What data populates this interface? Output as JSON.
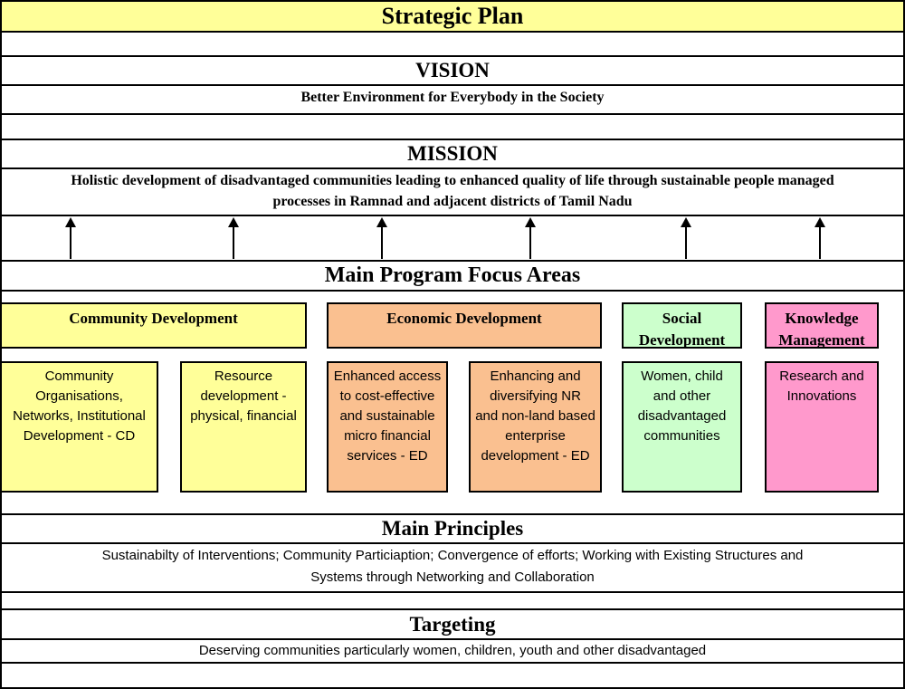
{
  "title": "Strategic Plan",
  "vision": {
    "heading": "VISION",
    "text": "Better Environment for Everybody in the Society"
  },
  "mission": {
    "heading": "MISSION",
    "text_line1": "Holistic development of disadvantaged communities leading to enhanced quality of life through sustainable people managed",
    "text_line2": "processes in Ramnad and adjacent districts of Tamil Nadu"
  },
  "focus_areas": {
    "heading": "Main Program Focus Areas",
    "categories": [
      {
        "label_line1": "Community Development",
        "label_line2": "",
        "color": "#ffff99"
      },
      {
        "label_line1": "Economic Development",
        "label_line2": "",
        "color": "#fac090"
      },
      {
        "label_line1": "Social",
        "label_line2": "Development",
        "color": "#ccffcc"
      },
      {
        "label_line1": "Knowledge",
        "label_line2": "Management",
        "color": "#ff99cc"
      }
    ],
    "boxes": [
      {
        "lines": [
          "Community",
          "Organisations,",
          "Networks, Institutional",
          "Development - CD"
        ],
        "color": "#ffff99"
      },
      {
        "lines": [
          "Resource",
          "development -",
          "physical, financial"
        ],
        "color": "#ffff99"
      },
      {
        "lines": [
          "Enhanced access",
          "to cost-effective",
          "and sustainable",
          "micro financial",
          "services - ED"
        ],
        "color": "#fac090"
      },
      {
        "lines": [
          "Enhancing and",
          "diversifying NR",
          "and non-land based",
          "enterprise",
          "development - ED"
        ],
        "color": "#fac090"
      },
      {
        "lines": [
          "Women, child",
          "and other",
          "disadvantaged",
          "communities"
        ],
        "color": "#ccffcc"
      },
      {
        "lines": [
          "Research and",
          "Innovations"
        ],
        "color": "#ff99cc"
      }
    ]
  },
  "principles": {
    "heading": "Main Principles",
    "text_line1": "Sustainabilty of Interventions;  Community Particiaption; Convergence of efforts; Working with Existing Structures and",
    "text_line2": "Systems through Networking and Collaboration"
  },
  "targeting": {
    "heading": "Targeting",
    "text": "Deserving communities particularly women, children, youth and other disadvantaged"
  }
}
